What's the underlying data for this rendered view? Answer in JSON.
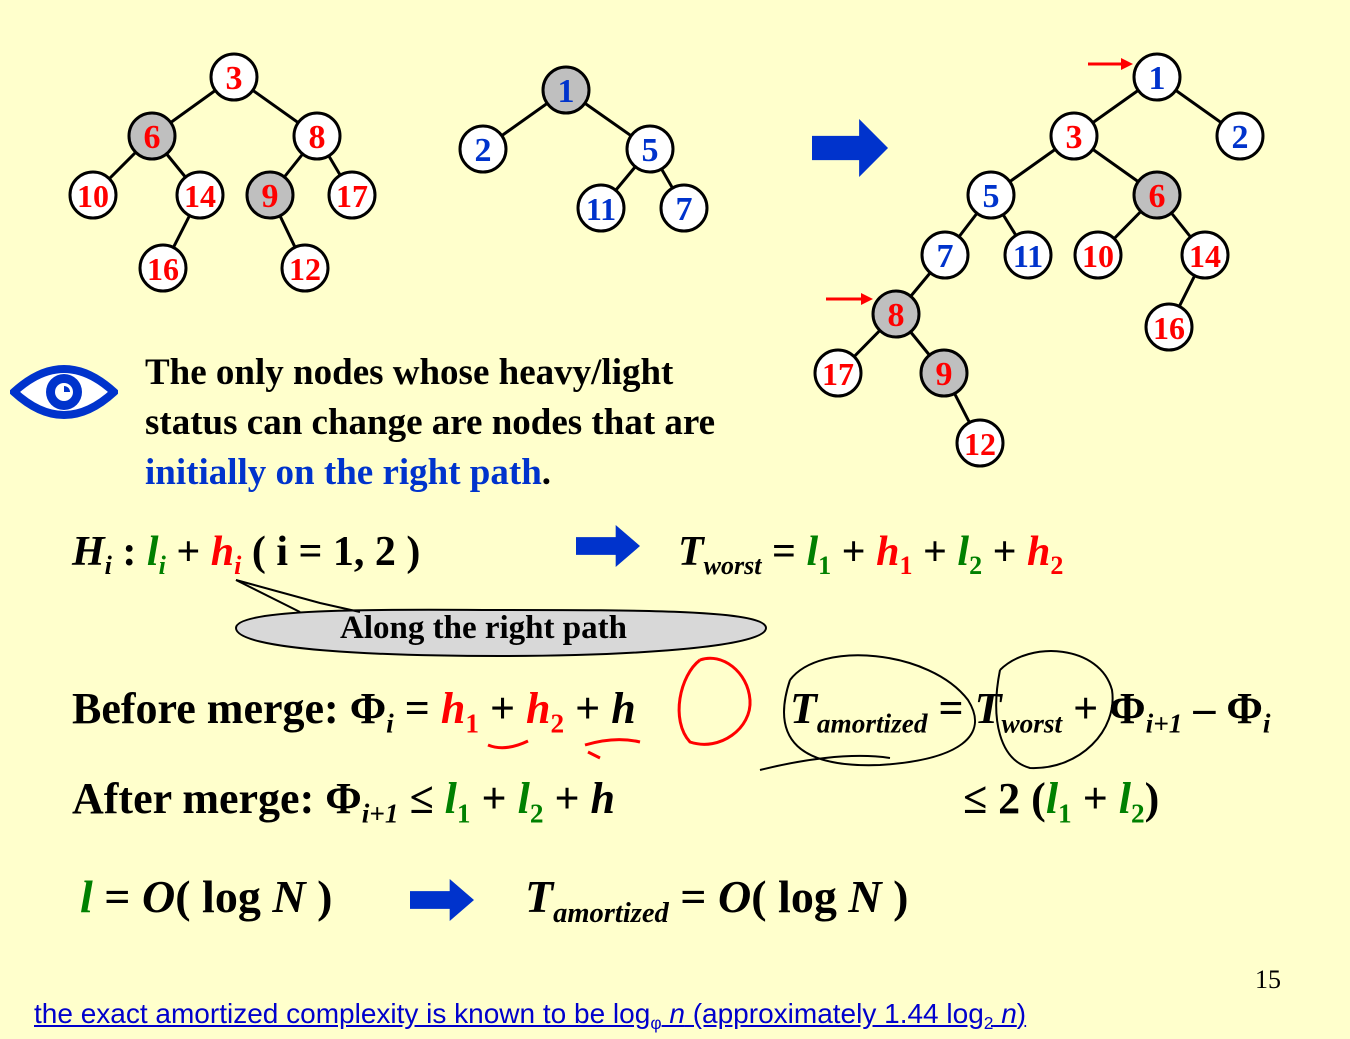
{
  "colors": {
    "background": "#FFFFCC",
    "red": "#FF0000",
    "blue": "#0033CC",
    "green": "#008000",
    "gray_node": "#BFBFBF",
    "arrow_blue": "#0033CC"
  },
  "trees": {
    "heap1": {
      "nodes": [
        "3",
        "6",
        "8",
        "10",
        "14",
        "9",
        "17",
        "16",
        "12"
      ]
    },
    "heap2": {
      "nodes": [
        "1",
        "2",
        "5",
        "11",
        "7"
      ]
    },
    "result": {
      "nodes": [
        "1",
        "3",
        "2",
        "5",
        "6",
        "7",
        "11",
        "10",
        "14",
        "8",
        "16",
        "17",
        "9",
        "12"
      ]
    }
  },
  "icons": {
    "eye": "eye-icon",
    "arrow": "block-arrow-right-icon"
  },
  "note": {
    "line1": "The only nodes whose heavy/light",
    "line2": "status can change are nodes that are",
    "highlight": "initially on the right path",
    "period": "."
  },
  "eq1": {
    "H": "H",
    "i": "i",
    "colon": " : ",
    "l": "l",
    "plus": " + ",
    "h": "h",
    "range": "  ( i = 1, 2 )",
    "T": "T",
    "worst": "worst",
    "eq": " = ",
    "one": "1",
    "two": "2"
  },
  "callout": "Along the right path",
  "eq2": {
    "before": "Before merge: ",
    "phi": "Φ",
    "i": "i",
    "eq": " = ",
    "h": "h",
    "one": "1",
    "two": "2",
    "plus": " + ",
    "T": "T",
    "amortized": "amortized",
    "worst": "worst",
    "ip1": "i+1",
    "minus": " – "
  },
  "eq3": {
    "after": "After merge:   ",
    "phi": "Φ",
    "ip1": "i+1",
    "le": " ≤ ",
    "l": "l",
    "one": "1",
    "two": "2",
    "plus": " + ",
    "h": "h",
    "bound": "≤ 2 ("
  },
  "eq4": {
    "l": "l",
    "eq": " = ",
    "O": "O",
    "log": "( log ",
    "N": "N",
    "close": " )",
    "T": "T",
    "amortized": "amortized"
  },
  "page_number": "15",
  "footer": {
    "pre": "the exact amortized complexity is known to be log",
    "phi": "φ",
    "n": " n",
    "mid": " (approximately 1.44 log",
    "two": "2",
    "n2": " n",
    "close": ")"
  }
}
